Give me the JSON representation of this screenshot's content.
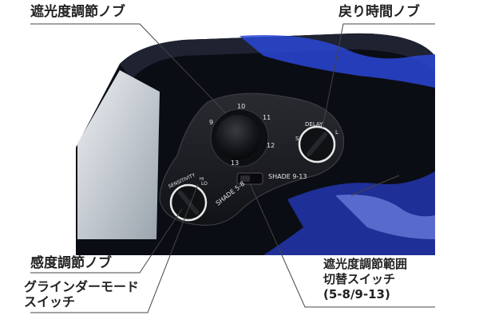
{
  "callouts": {
    "shade_knob": "遮光度調節ノブ",
    "delay_knob": "戻り時間ノブ",
    "sensitivity_knob": "感度調節ノブ",
    "grinder_switch": "グラインダーモード\nスイッチ",
    "range_switch": "遮光度調節範囲\n切替スイッチ\n(5-8/9-13)"
  },
  "panel_labels": {
    "shade_upper": "SHADE 9-13",
    "shade_lower": "SHADE 5-8",
    "delay": "DELAY",
    "delay_s": "S",
    "delay_l": "L",
    "sensitivity": "SENSITIVITY",
    "sens_lo": "LO",
    "sens_hi": "HI",
    "shade_ticks": [
      "9",
      "10",
      "11",
      "12",
      "13"
    ]
  },
  "colors": {
    "helmet": "#0b0d14",
    "panel": "#1b1c22",
    "accent_blue": "#2a47d6",
    "glass": "#c9cfd6"
  }
}
